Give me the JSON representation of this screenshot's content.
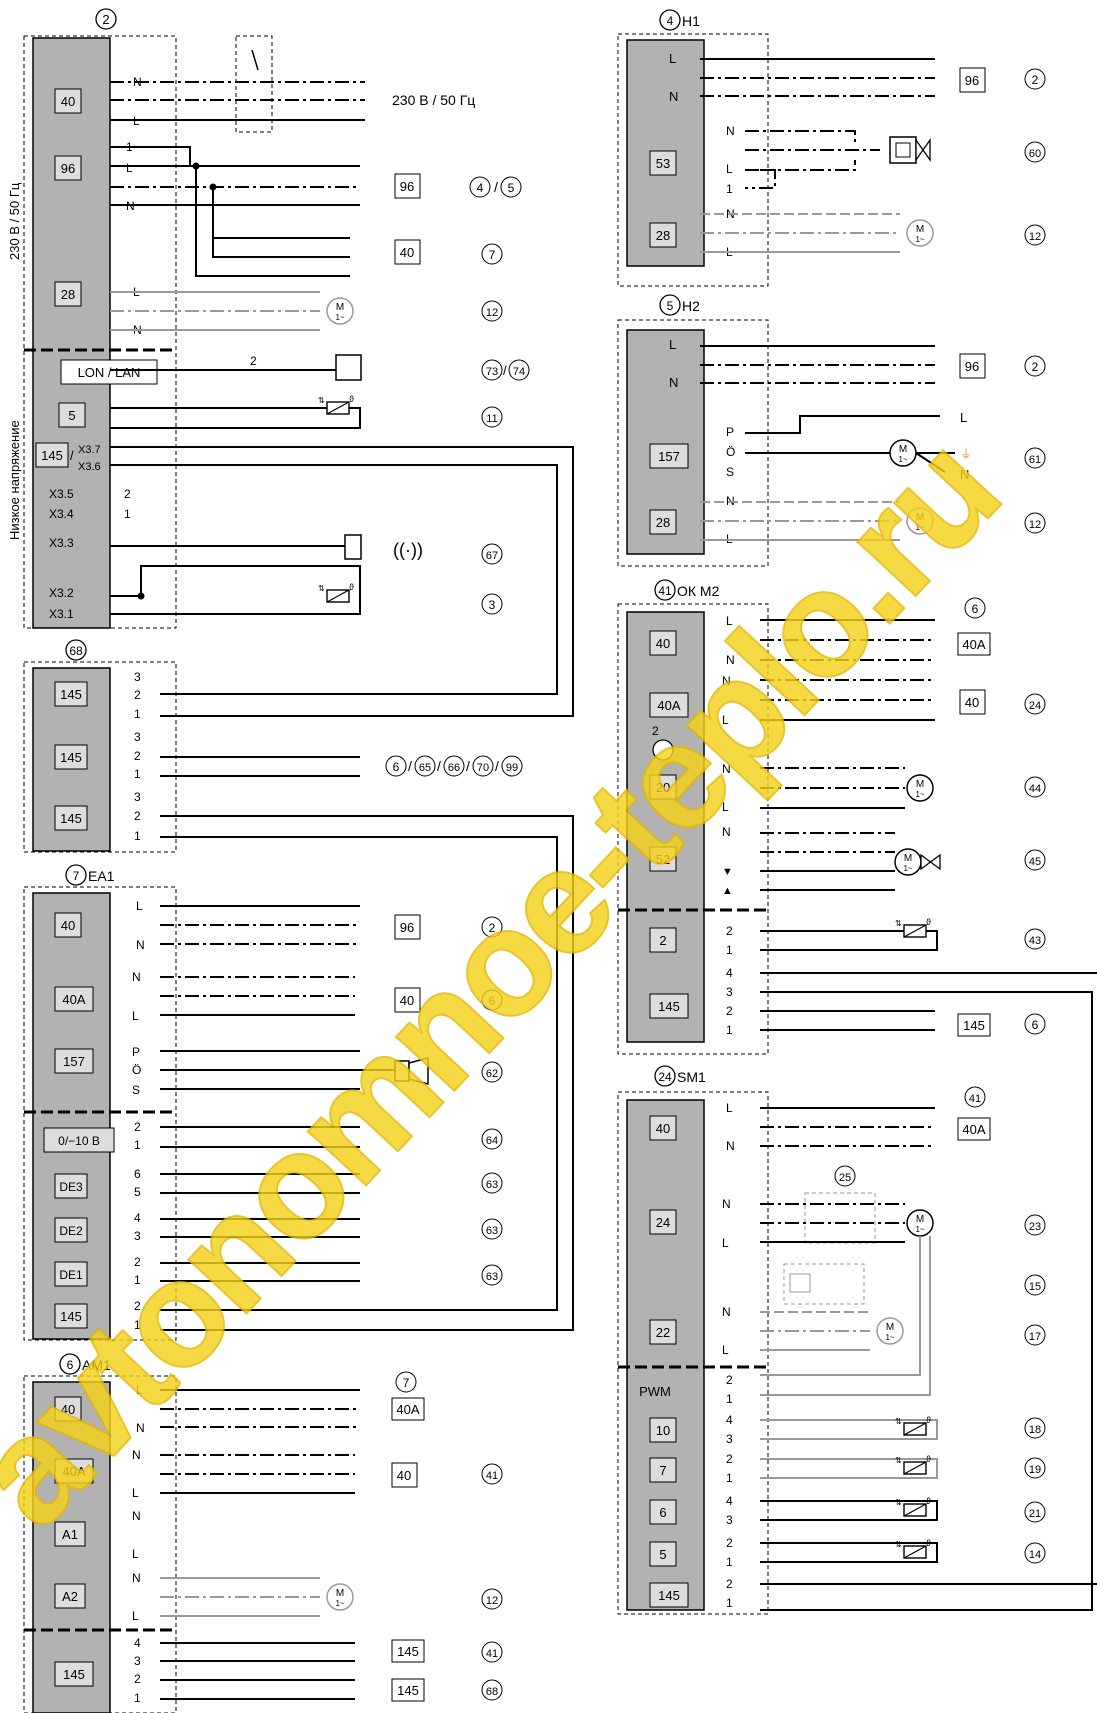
{
  "main": {
    "num": "2",
    "side_label_top": "230 В / 50 Гц",
    "side_label_bottom": "Низкое напряжение",
    "terminals": [
      "40",
      "96",
      "28",
      "5",
      "145"
    ],
    "x37": "X3.7",
    "x36": "X3.6",
    "x35": "X3.5",
    "x34": "X3.4",
    "x33": "X3.3",
    "x32": "X3.2",
    "x31": "X3.1",
    "lon_label": "LON / LAN",
    "lon_count": "2",
    "supply_label": "230 В / 50 Гц",
    "pins": [
      "N",
      "L",
      "1",
      "2"
    ],
    "boxes": [
      "96",
      "40"
    ],
    "refs": [
      "4",
      "5",
      "7",
      "12",
      "73",
      "74",
      "11",
      "67",
      "3"
    ]
  },
  "m68": {
    "num": "68",
    "terminals": [
      "145",
      "145",
      "145"
    ],
    "pins": [
      "1",
      "2",
      "3"
    ],
    "refs": [
      "6",
      "65",
      "66",
      "70",
      "99"
    ]
  },
  "ea1": {
    "num": "7",
    "name": "EA1",
    "terminals": [
      "40",
      "40A",
      "157",
      "0/−10 В",
      "DE3",
      "DE2",
      "DE1",
      "145"
    ],
    "pins": [
      "L",
      "N",
      "P",
      "Ö",
      "S",
      "1",
      "2",
      "3",
      "4",
      "5",
      "6"
    ],
    "boxes": [
      "96",
      "40"
    ],
    "refs": [
      "2",
      "6",
      "62",
      "64",
      "63",
      "63",
      "63"
    ]
  },
  "am1": {
    "num": "6",
    "name": "AM1",
    "terminals": [
      "40",
      "40A",
      "A1",
      "A2",
      "145"
    ],
    "pins": [
      "L",
      "N",
      "1",
      "2",
      "3",
      "4"
    ],
    "boxes": [
      "40A",
      "40",
      "145",
      "145"
    ],
    "refs": [
      "7",
      "41",
      "12",
      "41",
      "68"
    ]
  },
  "h1": {
    "num": "4",
    "name": "H1",
    "terminals": [
      "53",
      "28"
    ],
    "pins": [
      "L",
      "N",
      "1"
    ],
    "boxes": [
      "96"
    ],
    "refs": [
      "2",
      "60",
      "12"
    ]
  },
  "h2": {
    "num": "5",
    "name": "H2",
    "terminals": [
      "157",
      "28"
    ],
    "pins": [
      "L",
      "N",
      "P",
      "Ö",
      "S"
    ],
    "boxes": [
      "96"
    ],
    "refs": [
      "2",
      "61",
      "12"
    ]
  },
  "okm2": {
    "num": "41",
    "name": "ОК М2",
    "terminals": [
      "40",
      "40A",
      "20",
      "52",
      "2",
      "145"
    ],
    "pins": [
      "L",
      "N",
      "▼",
      "▲",
      "1",
      "2",
      "3",
      "4"
    ],
    "stepper": "2",
    "boxes": [
      "40A",
      "40",
      "145"
    ],
    "refs": [
      "6",
      "24",
      "44",
      "45",
      "43",
      "6"
    ]
  },
  "sm1": {
    "num": "24",
    "name": "SM1",
    "terminals": [
      "40",
      "24",
      "22",
      "PWM",
      "10",
      "7",
      "6",
      "5",
      "145"
    ],
    "pins": [
      "L",
      "N",
      "1",
      "2",
      "3",
      "4"
    ],
    "boxes": [
      "40A"
    ],
    "refs": [
      "41",
      "25",
      "23",
      "15",
      "17",
      "18",
      "19",
      "21",
      "14"
    ]
  },
  "symbols": {
    "motor": "M",
    "motor_phase": "1~",
    "ground": "⏚",
    "antenna": "📶"
  },
  "watermark": {
    "text": "avtonomnoe-teplo.ru",
    "color": "#f2d21c"
  },
  "colors": {
    "module_fill": "#b2b2b2",
    "wire": "#000000",
    "grey_wire": "#9a9a9a"
  }
}
